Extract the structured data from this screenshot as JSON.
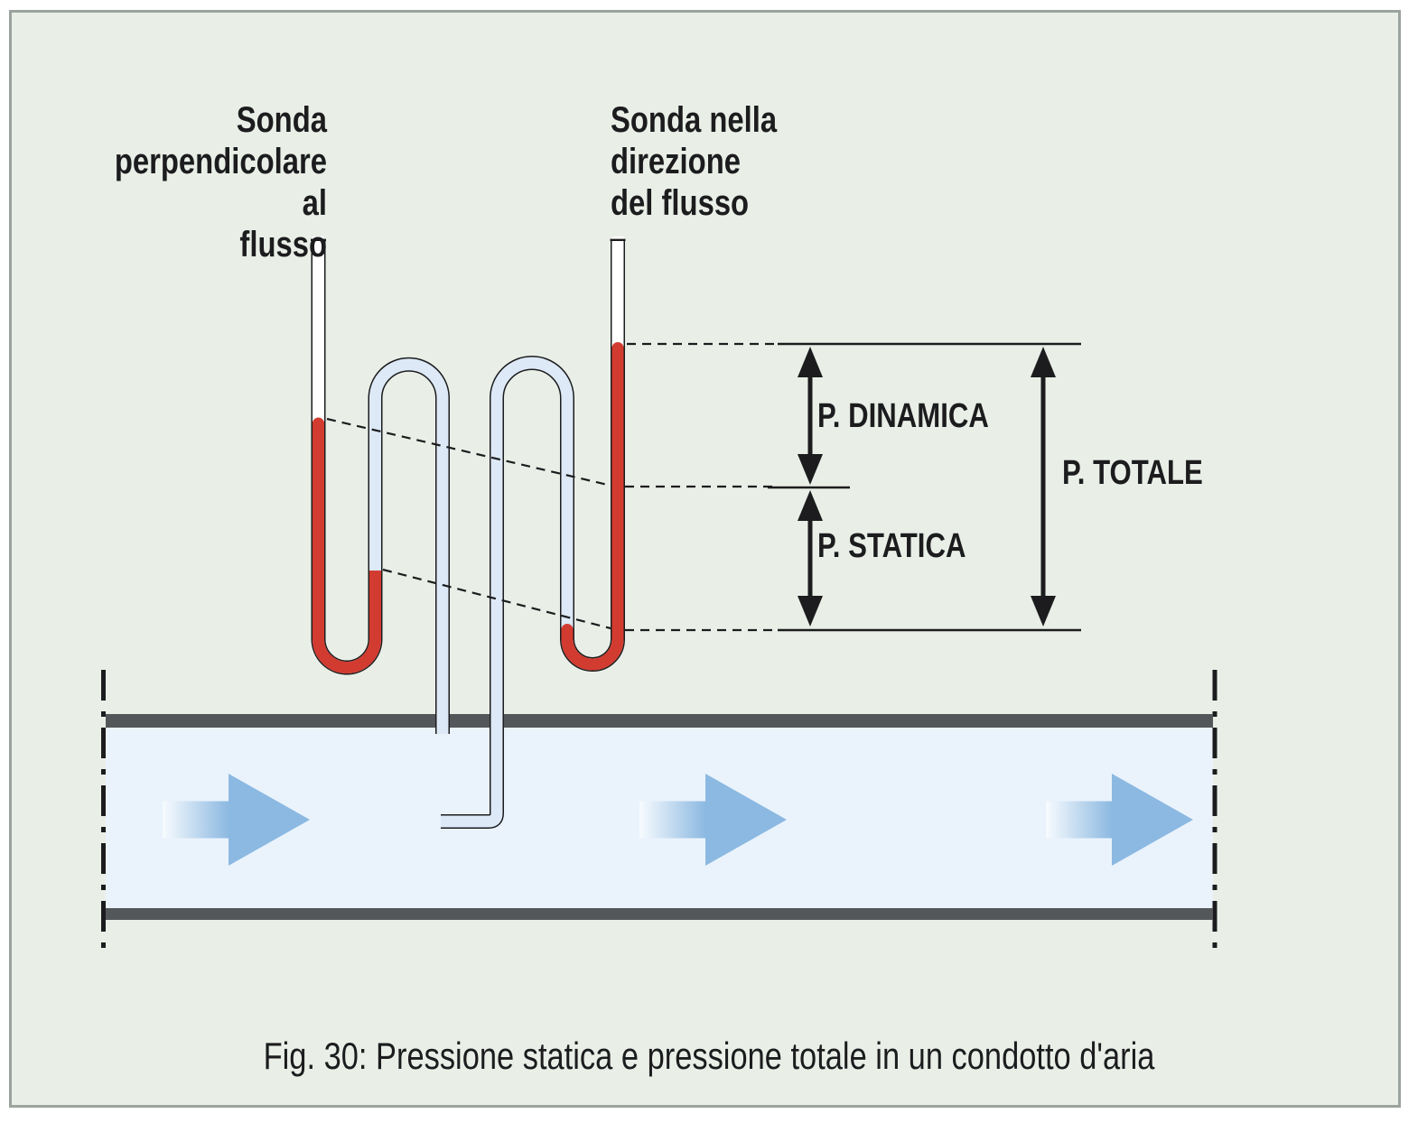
{
  "figure": {
    "probe_left_label": "Sonda\nperpendicolare al\nflusso",
    "probe_right_label": "Sonda nella\ndirezione\ndel flusso",
    "dim_dynamic_label": "P. DINAMICA",
    "dim_static_label": "P. STATICA",
    "dim_total_label": "P. TOTALE",
    "caption": "Fig. 30: Pressione statica e pressione totale in un condotto d'aria"
  },
  "colors": {
    "page_background": "#ffffff",
    "panel_background": "#e9efe7",
    "panel_border": "#9ba39f",
    "ink": "#1c1c1e",
    "duct_wall_gray": "#54575a",
    "duct_air_blue": "#eaf3fc",
    "tube_bore_blue": "#dde9f6",
    "tube_empty_white": "#ffffff",
    "liquid_red": "#d23b30",
    "flow_arrow_blue": "#8cb9e1",
    "flow_arrow_fade": "#f7fbfe"
  }
}
